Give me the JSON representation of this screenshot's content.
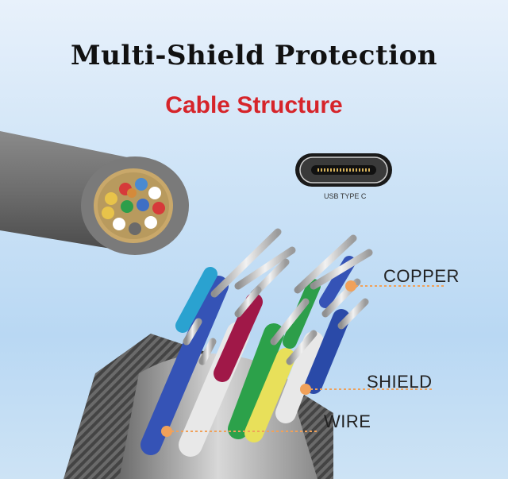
{
  "title": "Multi-Shield Protection",
  "subtitle": "Cable Structure",
  "usb_label": "USB TYPE C",
  "labels": {
    "copper": "COPPER",
    "shield": "SHIELD",
    "wire": "WIRE"
  },
  "colors": {
    "title": "#111111",
    "subtitle": "#d6242a",
    "callout_dot": "#f0a15a",
    "background": "#cfe4f7"
  },
  "icons": [
    "usb-type-c-port-icon",
    "cable-cross-section-icon",
    "cable-wires-icon"
  ]
}
